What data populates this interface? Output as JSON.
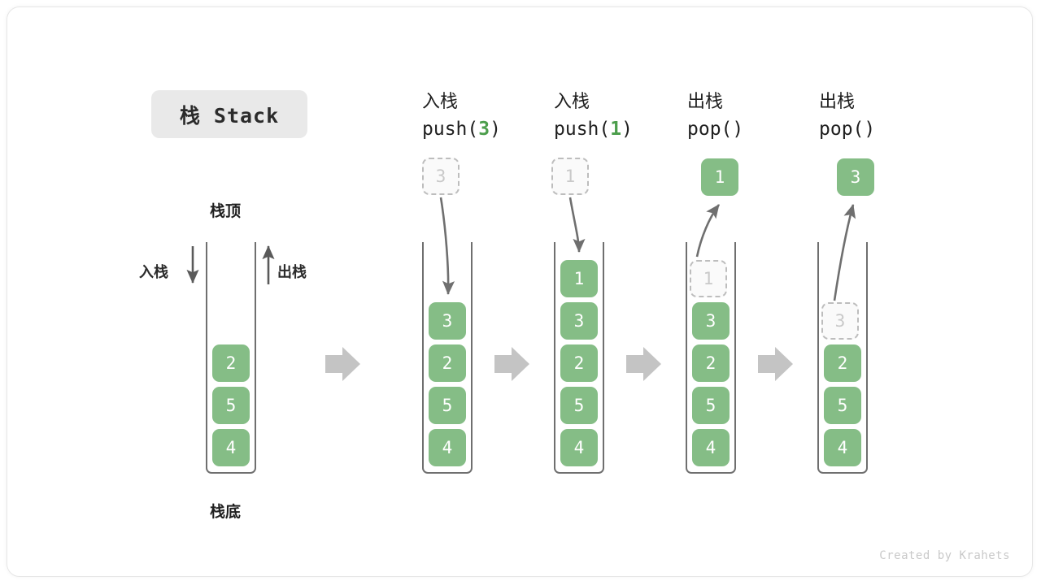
{
  "title_badge": {
    "label": "栈 Stack"
  },
  "labels": {
    "top": "栈顶",
    "bottom": "栈底",
    "push_side": "入栈",
    "pop_side": "出栈"
  },
  "footer": {
    "credit": "Created by Krahets"
  },
  "colors": {
    "element_green": "#85bd86",
    "accent_green": "#4c9e4c",
    "ghost_border": "#bdbdbd",
    "ghost_text": "#c9c9c9",
    "wall": "#6f6f6f",
    "flow_arrow": "#c4c4c4",
    "badge_bg": "#e9e9e9",
    "text": "#1f1f1f"
  },
  "columns": [
    {
      "id": "initial",
      "header_cn": "",
      "header_code": "",
      "header_arg": "",
      "elements": [
        {
          "value": "2",
          "state": "solid"
        },
        {
          "value": "5",
          "state": "solid"
        },
        {
          "value": "4",
          "state": "solid"
        }
      ],
      "external": null
    },
    {
      "id": "push-3",
      "header_cn": "入栈",
      "header_code_pre": "push(",
      "header_arg": "3",
      "header_code_post": ")",
      "elements": [
        {
          "value": "3",
          "state": "solid"
        },
        {
          "value": "2",
          "state": "solid"
        },
        {
          "value": "5",
          "state": "solid"
        },
        {
          "value": "4",
          "state": "solid"
        }
      ],
      "external": {
        "value": "3",
        "state": "ghost",
        "direction": "in"
      }
    },
    {
      "id": "push-1",
      "header_cn": "入栈",
      "header_code_pre": "push(",
      "header_arg": "1",
      "header_code_post": ")",
      "elements": [
        {
          "value": "1",
          "state": "solid"
        },
        {
          "value": "3",
          "state": "solid"
        },
        {
          "value": "2",
          "state": "solid"
        },
        {
          "value": "5",
          "state": "solid"
        },
        {
          "value": "4",
          "state": "solid"
        }
      ],
      "external": {
        "value": "1",
        "state": "ghost",
        "direction": "in"
      }
    },
    {
      "id": "pop-1",
      "header_cn": "出栈",
      "header_code_pre": "pop(",
      "header_arg": "",
      "header_code_post": ")",
      "elements": [
        {
          "value": "1",
          "state": "ghost"
        },
        {
          "value": "3",
          "state": "solid"
        },
        {
          "value": "2",
          "state": "solid"
        },
        {
          "value": "5",
          "state": "solid"
        },
        {
          "value": "4",
          "state": "solid"
        }
      ],
      "external": {
        "value": "1",
        "state": "solid",
        "direction": "out"
      }
    },
    {
      "id": "pop-2",
      "header_cn": "出栈",
      "header_code_pre": "pop(",
      "header_arg": "",
      "header_code_post": ")",
      "elements": [
        {
          "value": "3",
          "state": "ghost"
        },
        {
          "value": "2",
          "state": "solid"
        },
        {
          "value": "5",
          "state": "solid"
        },
        {
          "value": "4",
          "state": "solid"
        }
      ],
      "external": {
        "value": "3",
        "state": "solid",
        "direction": "out"
      }
    }
  ],
  "flow_arrows": [
    "→",
    "→",
    "→",
    "→"
  ]
}
